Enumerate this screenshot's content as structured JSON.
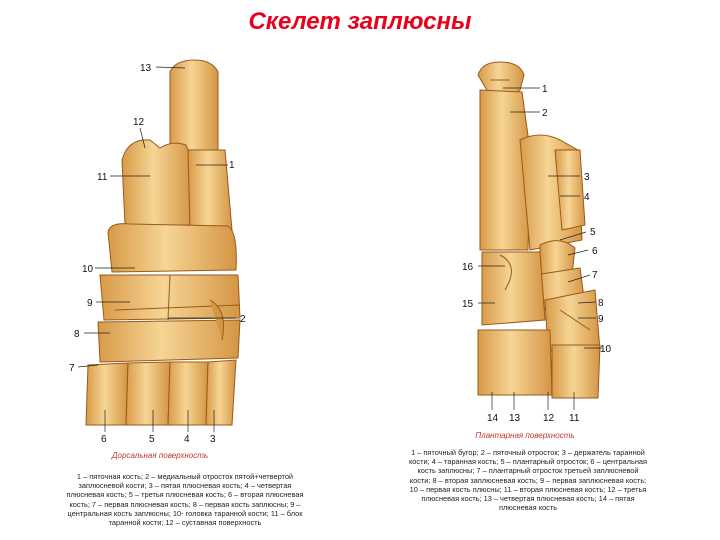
{
  "title": "Скелет заплюсны",
  "colors": {
    "title": "#e8001c",
    "bone": "#f0c878",
    "bone_shade": "#c98a3a",
    "outline": "#9a5a1a",
    "caption": "#c0392b"
  },
  "left_figure": {
    "labels": {
      "l13": "13",
      "l12": "12",
      "l1": "1",
      "l11": "11",
      "l10": "10",
      "l9": "9",
      "l8": "8",
      "l2": "2",
      "l7": "7",
      "l6": "6",
      "l5": "5",
      "l4": "4",
      "l3": "3"
    },
    "caption": "Дорсальная поверхность",
    "description": "1 – пяточная кость; 2 – медиальный отросток пятой+четвертой заплюсневой кости; 3 – пятая плюсневая кость; 4 – четвертая плюсневая кость; 5 – третья плюсневая кость; 6 – вторая плюсневая кость; 7 – первая плюсневая кость; 8 – первая кость заплюсны; 9 – центральная кость заплюсны; 10- головка таранной кости; 11 – блок таранной кости; 12 – суставная поверхность"
  },
  "right_figure": {
    "labels": {
      "r1": "1",
      "r2": "2",
      "r3": "3",
      "r4": "4",
      "r5": "5",
      "r6": "6",
      "r7": "7",
      "r8": "8",
      "r9": "9",
      "r10": "10",
      "r16": "16",
      "r15": "15",
      "r14": "14",
      "r13": "13",
      "r12": "12",
      "r11": "11"
    },
    "caption": "Плантарная поверхность",
    "description": "1 – пяточный бугор; 2 – пяточный отросток; 3 – держатель таранной кости; 4 – таранная кость; 5 – плантарный отросток; 6 – центральная кость заплюсны; 7 – плантарный отросток третьей заплюсневой кости; 8 – вторая заплюсневая кость; 9 – первая заплюсневая кость; 10 – первая кость плюсны; 11 – вторая плюсневая кость; 12 – третья плюсневая кость; 13 – четвертая плюсневая кость; 14 – пятая плюсневая кость"
  }
}
